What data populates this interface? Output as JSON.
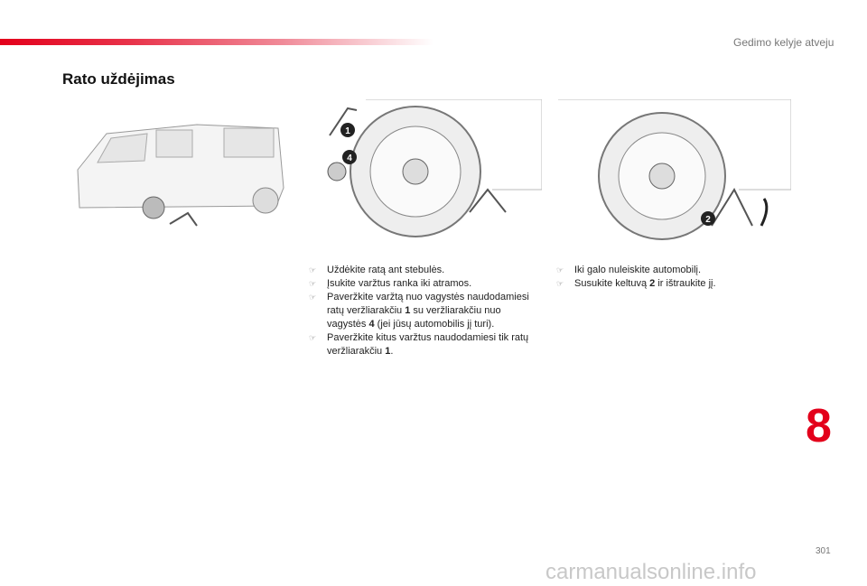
{
  "header": {
    "section": "Gedimo kelyje atveju"
  },
  "title": "Rato uždėjimas",
  "illustrations": {
    "callout_1": "1",
    "callout_4": "4",
    "callout_2": "2"
  },
  "column1": [
    {
      "parts": [
        {
          "t": "Uždėkite ratą ant stebulės."
        }
      ]
    },
    {
      "parts": [
        {
          "t": "Įsukite varžtus ranka iki atramos."
        }
      ]
    },
    {
      "parts": [
        {
          "t": "Paveržkite varžtą nuo vagystės naudodamiesi ratų veržliarakčiu "
        },
        {
          "t": "1",
          "b": true
        },
        {
          "t": " su veržliarakčiu nuo vagystės "
        },
        {
          "t": "4",
          "b": true
        },
        {
          "t": " (jei jūsų automobilis jį turi)."
        }
      ]
    },
    {
      "parts": [
        {
          "t": "Paveržkite kitus varžtus naudodamiesi tik ratų veržliarakčiu "
        },
        {
          "t": "1",
          "b": true
        },
        {
          "t": "."
        }
      ]
    }
  ],
  "column2": [
    {
      "parts": [
        {
          "t": "Iki galo nuleiskite automobilį."
        }
      ]
    },
    {
      "parts": [
        {
          "t": "Susukite keltuvą "
        },
        {
          "t": "2",
          "b": true
        },
        {
          "t": " ir ištraukite jį."
        }
      ]
    }
  ],
  "bullet": "☞",
  "chapter": "8",
  "page_number": "301",
  "watermark": "carmanualsonline.info"
}
